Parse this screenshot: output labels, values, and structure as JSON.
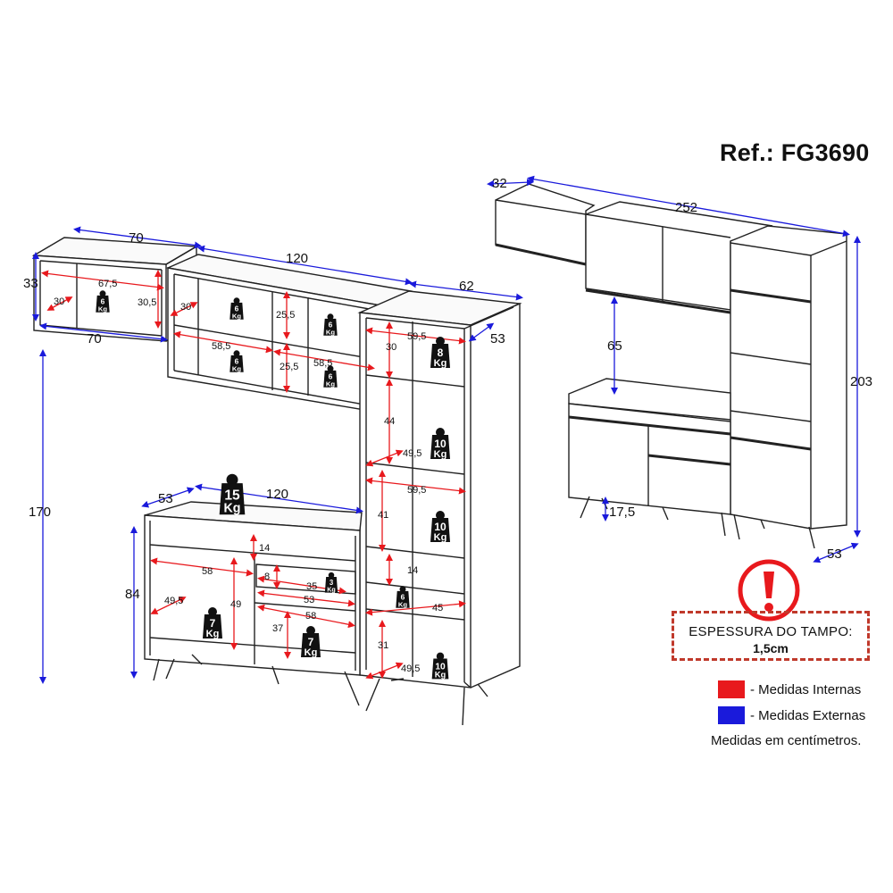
{
  "reference": "Ref.: FG3690",
  "legend": {
    "internal": {
      "label": "- Medidas Internas",
      "color": "#e8191d"
    },
    "external": {
      "label": "- Medidas Externas",
      "color": "#1a1adb"
    },
    "units_note": "Medidas em centímetros."
  },
  "warning": {
    "title": "ESPESSURA DO TAMPO:",
    "value": "1,5cm"
  },
  "measures": {
    "upper_left_width_top": "70",
    "upper_left_width_bottom": "70",
    "upper_left_height": "33",
    "upper_left_inner_width": "67,5",
    "upper_left_inner_depth": "30",
    "upper_left_inner_height": "30,5",
    "upper_middle_width": "120",
    "upper_middle_depth": "30",
    "upper_middle_h1": "25,5",
    "upper_middle_h2": "25,5",
    "upper_middle_w1": "58,5",
    "upper_middle_w2": "58,5",
    "tall_width": "62",
    "tall_depth": "53",
    "tall_inner_depth": "30",
    "tall_inner_width_1": "59,5",
    "tall_inner_width_2": "59,5",
    "tall_h1": "44",
    "tall_h2": "41",
    "tall_h3": "14",
    "tall_h4": "31",
    "tall_shelf_depth_1": "49,5",
    "tall_shelf_depth_2": "49,5",
    "tall_drawer_depth": "45",
    "total_height": "170",
    "base_depth": "53",
    "base_width": "120",
    "base_height": "84",
    "base_drawer_h": "14",
    "base_drawer_inner_h": "8",
    "base_drawer_inner_w": "35",
    "base_inner_w1": "58",
    "base_inner_w2": "58",
    "base_inner_w3": "53",
    "base_inner_depth": "49,5",
    "base_inner_h1": "49",
    "base_inner_h2": "37",
    "overall_depth_top": "32",
    "overall_width": "252",
    "overall_height": "203",
    "gap_height": "65",
    "leg_height": "17,5",
    "overall_depth_bottom": "53"
  },
  "weights": {
    "w6a": {
      "num": "6",
      "unit": "Kg"
    },
    "w6b": {
      "num": "6",
      "unit": "Kg"
    },
    "w6c": {
      "num": "6",
      "unit": "Kg"
    },
    "w6d": {
      "num": "6",
      "unit": "Kg"
    },
    "w6e": {
      "num": "6",
      "unit": "Kg"
    },
    "w8": {
      "num": "8",
      "unit": "Kg"
    },
    "w10a": {
      "num": "10",
      "unit": "Kg"
    },
    "w10b": {
      "num": "10",
      "unit": "Kg"
    },
    "w10c": {
      "num": "10",
      "unit": "Kg"
    },
    "w15": {
      "num": "15",
      "unit": "Kg"
    },
    "w7a": {
      "num": "7",
      "unit": "Kg"
    },
    "w7b": {
      "num": "7",
      "unit": "Kg"
    },
    "w3": {
      "num": "3",
      "unit": "Kg"
    },
    "w6f": {
      "num": "6",
      "unit": "Kg"
    }
  }
}
